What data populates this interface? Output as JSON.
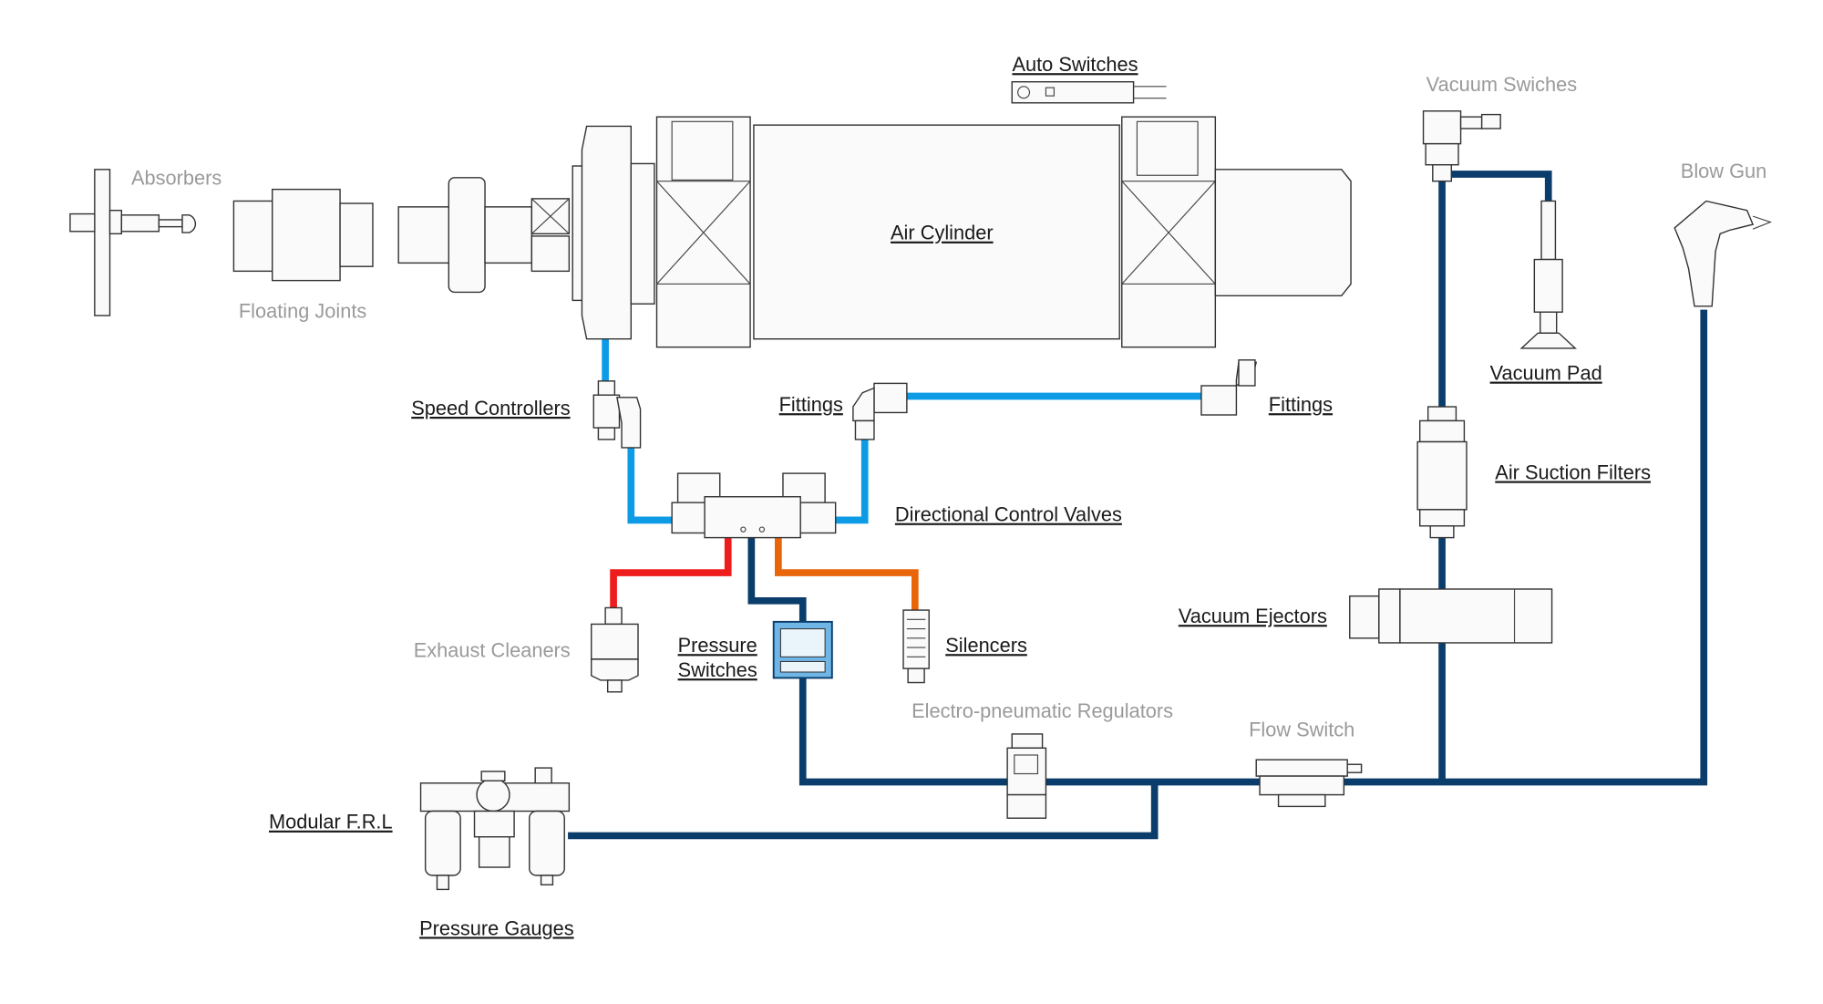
{
  "colors": {
    "light_blue": "#0d9be6",
    "navy": "#0a3d6b",
    "red": "#ee1c1c",
    "orange": "#e8650a",
    "label_dark": "#1a1a1a",
    "label_gray": "#9a9a9a",
    "pressure_switch_face": "#6fb6e6"
  },
  "labels": {
    "auto_switches": "Auto Switches",
    "air_cylinder": "Air Cylinder",
    "absorbers": "Absorbers",
    "floating_joints": "Floating Joints",
    "vacuum_switches": "Vacuum Swiches",
    "blow_gun": "Blow Gun",
    "vacuum_pad": "Vacuum Pad",
    "speed_controllers": "Speed Controllers",
    "fittings_left": "Fittings",
    "fittings_right": "Fittings",
    "air_suction_filters": "Air Suction Filters",
    "directional_control_valves": "Directional Control Valves",
    "vacuum_ejectors": "Vacuum Ejectors",
    "exhaust_cleaners": "Exhaust Cleaners",
    "pressure_switches_line1": "Pressure",
    "pressure_switches_line2": "Switches",
    "silencers": "Silencers",
    "electro_pneumatic_regulators": "Electro-pneumatic Regulators",
    "flow_switch": "Flow Switch",
    "modular_frl": "Modular F.R.L",
    "pressure_gauges": "Pressure Gauges"
  }
}
